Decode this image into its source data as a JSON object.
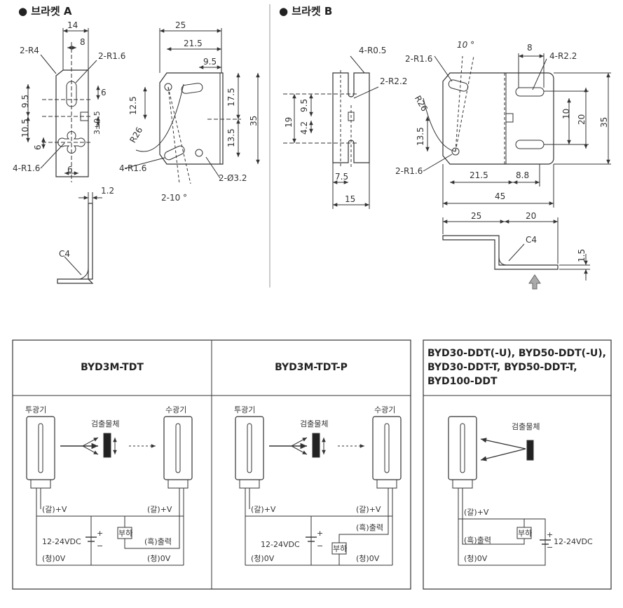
{
  "bracket_a": {
    "title": "● 브라켓 A",
    "dims": {
      "d14": "14",
      "d8": "8",
      "d25": "25",
      "d21_5": "21.5",
      "d9_5_top": "9.5",
      "r4": "2-R4",
      "r1_6_top": "2-R1.6",
      "d9_5_left": "9.5",
      "d10_5": "10.5",
      "d6_a": "6",
      "d6_b": "6",
      "d6_c": "6",
      "d3": "3±0.5",
      "r1_6_bl": "4-R1.6",
      "d12_5": "12.5",
      "r26": "R26",
      "d17_5": "17.5",
      "d35": "35",
      "d13_5": "13.5",
      "r1_6_br": "4-R1.6",
      "hole": "2-Ø3.2",
      "ang": "2-10 °",
      "thick": "1.2",
      "c4": "C4"
    }
  },
  "bracket_b": {
    "title": "● 브라켓 B",
    "dims": {
      "r0_5": "4-R0.5",
      "r2_2_l": "2-R2.2",
      "d19": "19",
      "d9_5": "9.5",
      "d4_2": "4.2",
      "d7_5": "7.5",
      "d15": "15",
      "ang10": "10 °",
      "r1_6_t": "2-R1.6",
      "r26": "R26",
      "d13_5": "13.5",
      "r1_6_b": "2-R1.6",
      "d8": "8",
      "r2_2_r": "4-R2.2",
      "d10": "10",
      "d20": "20",
      "d35": "35",
      "d21_5": "21.5",
      "d8_8": "8.8",
      "d45": "45",
      "d25": "25",
      "d20_b": "20",
      "c4": "C4",
      "d1_5": "1.5"
    }
  },
  "circuits": [
    {
      "title": "BYD3M-TDT",
      "emitter": "투광기",
      "receiver": "수광기",
      "object": "검출물체",
      "pos_l": "(갈)+V",
      "pos_r": "(갈)+V",
      "supply": "12-24VDC",
      "load": "부하",
      "out": "(흑)출력",
      "neg_l": "(청)0V",
      "neg_r": "(청)0V",
      "plus": "+",
      "minus": "−"
    },
    {
      "title": "BYD3M-TDT-P",
      "emitter": "투광기",
      "receiver": "수광기",
      "object": "검출물체",
      "pos_l": "(갈)+V",
      "pos_r": "(갈)+V",
      "supply": "12-24VDC",
      "load": "부하",
      "out": "(흑)출력",
      "neg_l": "(청)0V",
      "neg_r": "(청)0V",
      "plus": "+",
      "minus": "−"
    },
    {
      "title_lines": [
        "BYD30-DDT(-U), BYD50-DDT(-U),",
        "BYD30-DDT-T, BYD50-DDT-T,",
        "BYD100-DDT"
      ],
      "object": "검출물체",
      "pos": "(갈)+V",
      "out": "(흑)출력",
      "neg": "(청)0V",
      "load": "부하",
      "supply": "12-24VDC",
      "plus": "+",
      "minus": "−"
    }
  ]
}
